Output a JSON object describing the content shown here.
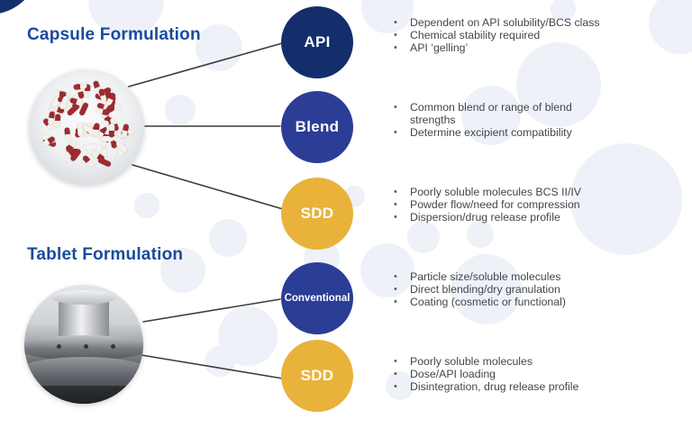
{
  "palette": {
    "navy": "#142d6b",
    "blue": "#2b3d95",
    "gold": "#e9b23a",
    "heading": "#1b4a9d",
    "body_text": "#41464c",
    "connector_line": "#3c3c3c",
    "bubble": "#eef1f7"
  },
  "sections": {
    "capsule": {
      "title": "Capsule Formulation"
    },
    "tablet": {
      "title": "Tablet Formulation"
    }
  },
  "rows": [
    {
      "label": "API",
      "color_key": "navy",
      "bullets": [
        "Dependent on API solubility/BCS class",
        "Chemical stability required",
        "API ‘gelling’"
      ]
    },
    {
      "label": "Blend",
      "color_key": "blue",
      "bullets": [
        "Common blend or range of blend strengths",
        "Determine excipient compatibility"
      ]
    },
    {
      "label": "SDD",
      "color_key": "gold",
      "bullets": [
        "Poorly soluble molecules BCS II/IV",
        "Powder flow/need for compression",
        "Dispersion/drug release profile"
      ]
    },
    {
      "label": "Conventional",
      "color_key": "blue",
      "bullets": [
        "Particle size/soluble molecules",
        "Direct blending/dry granulation",
        "Coating (cosmetic or functional)"
      ]
    },
    {
      "label": "SDD",
      "color_key": "gold",
      "bullets": [
        "Poorly soluble molecules",
        "Dose/API loading",
        "Disintegration, drug release profile"
      ]
    }
  ]
}
